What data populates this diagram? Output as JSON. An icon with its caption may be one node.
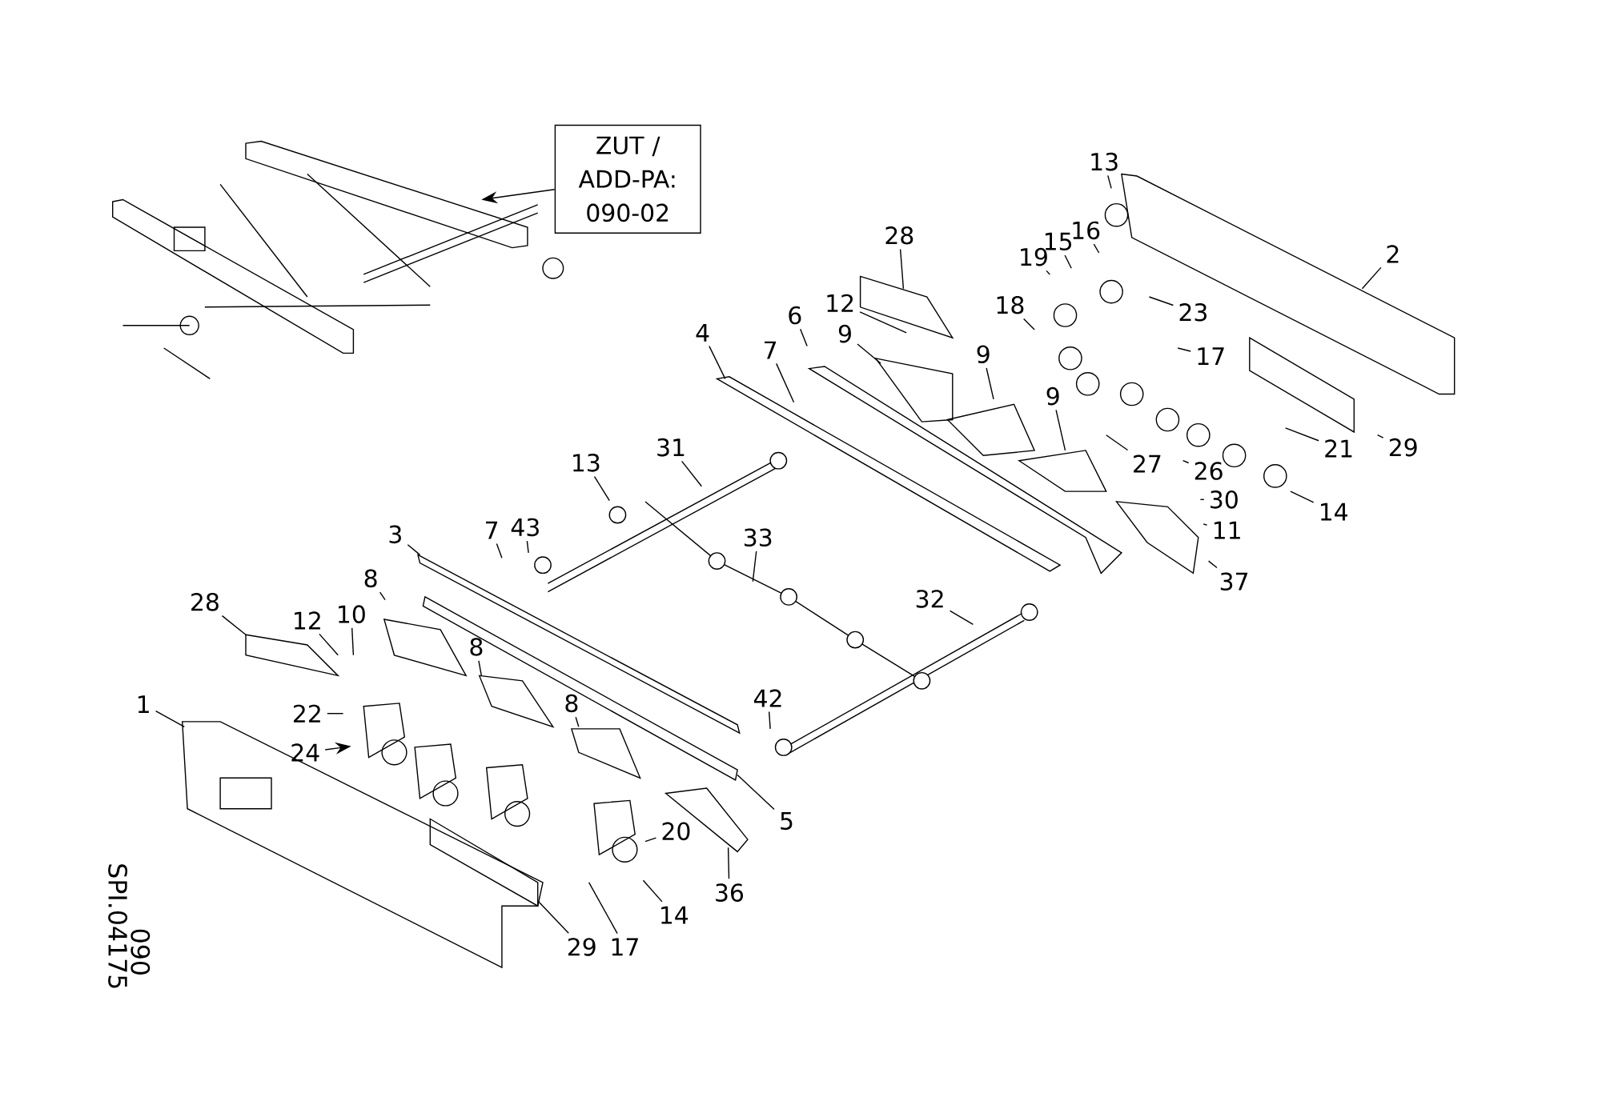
{
  "diagram": {
    "nodes": [
      {
        "text": [
          "ZUT / ADD-PA: 090-02"
        ]
      },
      {
        "text": [
          "13"
        ]
      },
      {
        "text": [
          "16"
        ]
      },
      {
        "text": [
          "15"
        ]
      },
      {
        "text": [
          "19"
        ]
      },
      {
        "text": [
          "2"
        ]
      },
      {
        "text": [
          "28"
        ]
      },
      {
        "text": [
          "23"
        ]
      },
      {
        "text": [
          "12"
        ]
      },
      {
        "text": [
          "18"
        ]
      },
      {
        "text": [
          "17"
        ]
      },
      {
        "text": [
          "6"
        ]
      },
      {
        "text": [
          "9"
        ]
      },
      {
        "text": [
          "4"
        ]
      },
      {
        "text": [
          "9"
        ]
      },
      {
        "text": [
          "7"
        ]
      },
      {
        "text": [
          "9"
        ]
      },
      {
        "text": [
          "29"
        ]
      },
      {
        "text": [
          "21"
        ]
      },
      {
        "text": [
          "31"
        ]
      },
      {
        "text": [
          "27"
        ]
      },
      {
        "text": [
          "13"
        ]
      },
      {
        "text": [
          "26"
        ]
      },
      {
        "text": [
          "30"
        ]
      },
      {
        "text": [
          "14"
        ]
      },
      {
        "text": [
          "11"
        ]
      },
      {
        "text": [
          "3"
        ]
      },
      {
        "text": [
          "7"
        ]
      },
      {
        "text": [
          "43"
        ]
      },
      {
        "text": [
          "33"
        ]
      },
      {
        "text": [
          "37"
        ]
      },
      {
        "text": [
          "8"
        ]
      },
      {
        "text": [
          "32"
        ]
      },
      {
        "text": [
          "28"
        ]
      },
      {
        "text": [
          "10"
        ]
      },
      {
        "text": [
          "12"
        ]
      },
      {
        "text": [
          "8"
        ]
      },
      {
        "text": [
          "42"
        ]
      },
      {
        "text": [
          "1"
        ]
      },
      {
        "text": [
          "8"
        ]
      },
      {
        "text": [
          "22"
        ]
      },
      {
        "text": [
          "24"
        ]
      },
      {
        "text": [
          "5"
        ]
      },
      {
        "text": [
          "20"
        ]
      },
      {
        "text": [
          "14"
        ]
      },
      {
        "text": [
          "36"
        ]
      },
      {
        "text": [
          "29"
        ]
      },
      {
        "text": [
          "17"
        ]
      }
    ],
    "edges": [
      {
        "from": 0,
        "to": null,
        "arrow": "to"
      },
      {
        "from": 1,
        "to": null,
        "arrow": "none"
      },
      {
        "from": 2,
        "to": null,
        "arrow": "none"
      },
      {
        "from": 3,
        "to": null,
        "arrow": "none"
      },
      {
        "from": 4,
        "to": null,
        "arrow": "none"
      },
      {
        "from": 5,
        "to": null,
        "arrow": "none"
      },
      {
        "from": 6,
        "to": null,
        "arrow": "none"
      },
      {
        "from": 7,
        "to": null,
        "arrow": "none"
      },
      {
        "from": 8,
        "to": null,
        "arrow": "none"
      },
      {
        "from": 9,
        "to": null,
        "arrow": "none"
      },
      {
        "from": 10,
        "to": null,
        "arrow": "none"
      },
      {
        "from": 11,
        "to": null,
        "arrow": "none"
      },
      {
        "from": 12,
        "to": null,
        "arrow": "none"
      },
      {
        "from": 13,
        "to": null,
        "arrow": "none"
      },
      {
        "from": 14,
        "to": null,
        "arrow": "none"
      },
      {
        "from": 15,
        "to": null,
        "arrow": "none"
      },
      {
        "from": 16,
        "to": null,
        "arrow": "none"
      },
      {
        "from": 17,
        "to": null,
        "arrow": "none"
      },
      {
        "from": 18,
        "to": null,
        "arrow": "none"
      },
      {
        "from": 19,
        "to": null,
        "arrow": "none"
      },
      {
        "from": 20,
        "to": null,
        "arrow": "none"
      },
      {
        "from": 21,
        "to": null,
        "arrow": "none"
      },
      {
        "from": 22,
        "to": null,
        "arrow": "none"
      },
      {
        "from": 23,
        "to": null,
        "arrow": "none"
      },
      {
        "from": 24,
        "to": null,
        "arrow": "none"
      },
      {
        "from": 25,
        "to": null,
        "arrow": "none"
      },
      {
        "from": 26,
        "to": null,
        "arrow": "none"
      },
      {
        "from": 27,
        "to": null,
        "arrow": "none"
      },
      {
        "from": 28,
        "to": null,
        "arrow": "none"
      },
      {
        "from": 29,
        "to": null,
        "arrow": "none"
      },
      {
        "from": 30,
        "to": null,
        "arrow": "none"
      },
      {
        "from": 31,
        "to": null,
        "arrow": "none"
      },
      {
        "from": 32,
        "to": null,
        "arrow": "none"
      },
      {
        "from": 33,
        "to": null,
        "arrow": "none"
      },
      {
        "from": 34,
        "to": null,
        "arrow": "none"
      },
      {
        "from": 35,
        "to": null,
        "arrow": "none"
      },
      {
        "from": 36,
        "to": null,
        "arrow": "none"
      },
      {
        "from": 37,
        "to": null,
        "arrow": "none"
      },
      {
        "from": 38,
        "to": null,
        "arrow": "none"
      },
      {
        "from": 39,
        "to": null,
        "arrow": "none"
      },
      {
        "from": 40,
        "to": null,
        "arrow": "none"
      },
      {
        "from": 41,
        "to": null,
        "arrow": "to"
      },
      {
        "from": 42,
        "to": null,
        "arrow": "none"
      },
      {
        "from": 43,
        "to": null,
        "arrow": "none"
      },
      {
        "from": 44,
        "to": null,
        "arrow": "none"
      },
      {
        "from": 45,
        "to": null,
        "arrow": "none"
      },
      {
        "from": 46,
        "to": null,
        "arrow": "none"
      },
      {
        "from": 47,
        "to": null,
        "arrow": "none"
      }
    ],
    "labels": [
      "SPI.04175",
      "090"
    ]
  }
}
